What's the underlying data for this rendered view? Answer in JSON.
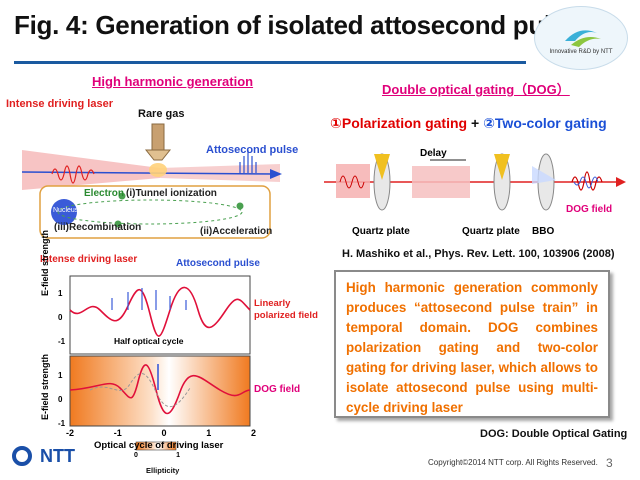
{
  "slide": {
    "title": "Fig. 4: Generation of isolated attosecond pulse",
    "logo_text": "Innovative R&D by NTT",
    "page_number": "3",
    "copyright": "Copyright©2014  NTT corp. All Rights Reserved.",
    "ntt_logo": "NTT"
  },
  "hhg": {
    "section_title": "High harmonic generation",
    "driving_laser": "Intense driving laser",
    "rare_gas": "Rare gas",
    "attosecond_pulse": "Attosecond pulse",
    "electron": "Electron",
    "nucleus": "Nucleus",
    "step1": "(i)Tunnel ionization",
    "step2": "(ii)Acceleration",
    "step3": "(iii)Recombination"
  },
  "plot": {
    "driving_laser_label": "Intense driving laser",
    "attosecond_label": "Attosecond pulse",
    "top_ylabel": "E-field strength",
    "bottom_ylabel": "E-field strength",
    "linear_label": "Linearly polarized field",
    "dog_label": "DOG field",
    "half_cycle": "Half optical cycle",
    "xlabel": "Optical cycle of driving laser",
    "x_ticks": [
      "-2",
      "-1",
      "0",
      "1",
      "2"
    ],
    "y_ticks": [
      "1",
      "0",
      "-1"
    ],
    "ellipticity_label": "Ellipticity",
    "ellipticity_ticks": [
      "0",
      "1"
    ],
    "colors": {
      "field": "#e0103a",
      "harmonic": "#3a5bd8",
      "gradient": "#f07a20"
    }
  },
  "dog": {
    "section_title": "Double optical gating（DOG）",
    "gating_1": "①Polarization gating",
    "gating_plus": " + ",
    "gating_2": "②Two-color gating",
    "delay": "Delay",
    "quartz1": "Quartz plate",
    "quartz2": "Quartz plate",
    "bbo": "BBO",
    "dog_field": "DOG field"
  },
  "reference": "H. Mashiko et al., Phys. Rev. Lett. 100, 103906 (2008)",
  "summary": "High harmonic generation commonly produces “attosecond pulse train” in temporal domain. DOG combines polarization gating and two-color gating for driving laser, which allows to isolate attosecond pulse using multi-cycle driving laser",
  "footnote": "DOG: Double Optical Gating"
}
